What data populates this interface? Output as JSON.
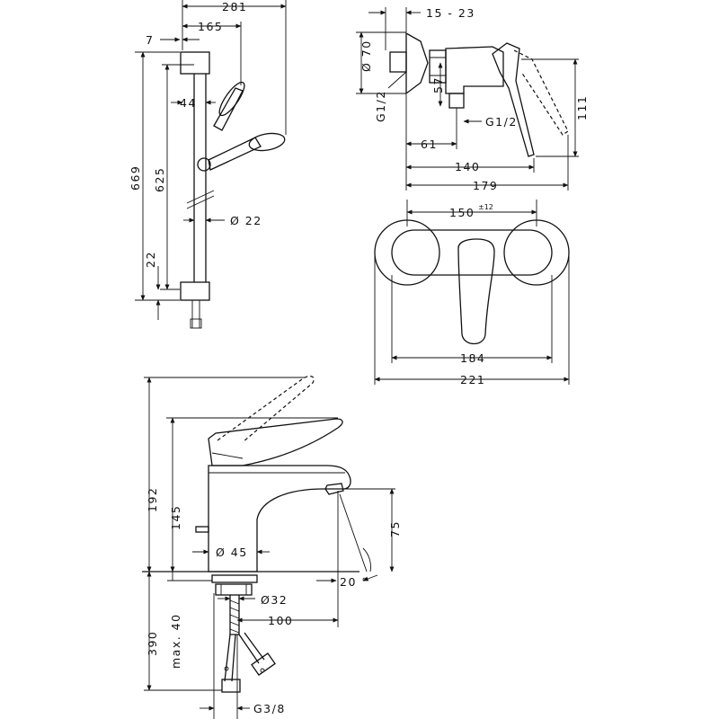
{
  "shower_rail": {
    "width_total": "281",
    "width_head": "165",
    "offset_wall": "7",
    "head_depth": "44",
    "height_total": "669",
    "height_rail": "625",
    "bottom_offset": "22",
    "rail_diameter": "Ø 22"
  },
  "shower_mixer_side": {
    "wall_range": "15 - 23",
    "rosette_diameter": "Ø 70",
    "thread_left": "G1/2",
    "center_height": "57",
    "thread_right": "G1/2",
    "depth_61": "61",
    "depth_140": "140",
    "depth_179": "179",
    "height_111": "111"
  },
  "shower_mixer_front": {
    "distance_main": "150",
    "distance_tolerance": "±12",
    "width_184": "184",
    "width_221": "221"
  },
  "basin_mixer": {
    "height_total": "192",
    "height_body": "145",
    "spout_height": "75",
    "base_diameter": "Ø 45",
    "angle": "20 °",
    "hole_diameter": "Ø32",
    "spout_reach": "100",
    "hose_length": "390",
    "max_thickness": "max. 40",
    "connection": "G3/8"
  }
}
